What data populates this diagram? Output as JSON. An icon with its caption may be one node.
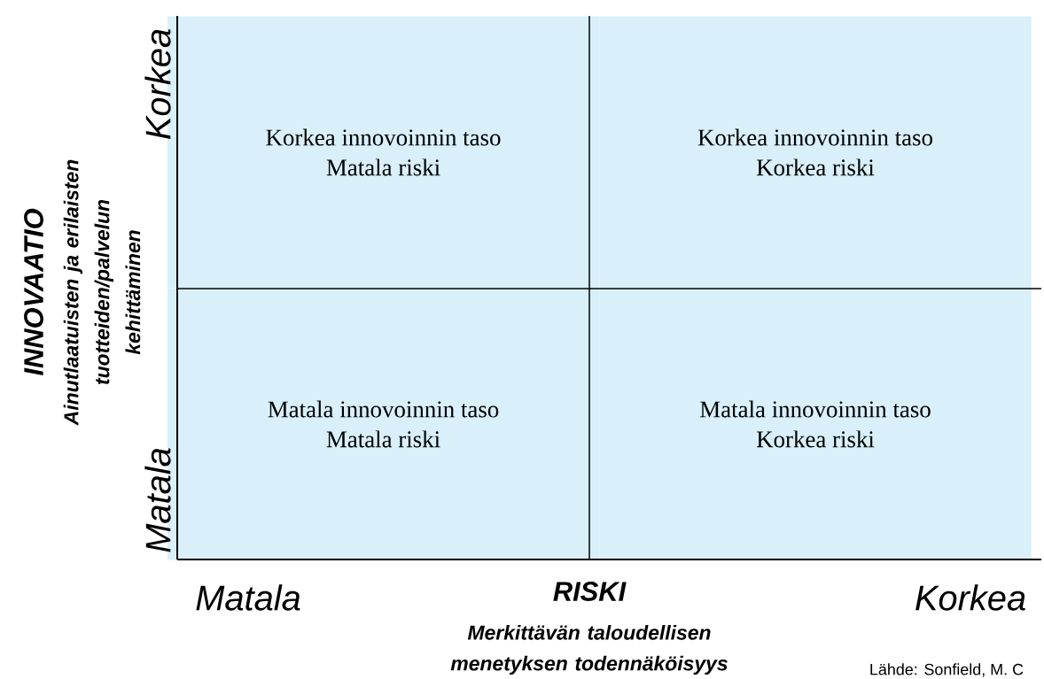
{
  "diagram": {
    "nodes": [
      {
        "text": [
          "Korkea innovoinnin taso",
          "Matala riski"
        ]
      },
      {
        "text": [
          "Korkea innovoinnin taso",
          "Korkea riski"
        ]
      },
      {
        "text": [
          "Matala innovoinnin taso",
          "Matala riski"
        ]
      },
      {
        "text": [
          "Matala innovoinnin taso",
          "Korkea riski"
        ]
      }
    ],
    "labels": [
      "Korkea",
      "INNOVAATIO",
      "Ainutlaatuisten ja erilaisten tuotteiden/palvelun kehittäminen",
      "Matala",
      "Matala",
      "RISKI",
      "Merkittävän taloudellisen menetyksen todennäköisyys",
      "Korkea",
      "Lähde: Sonfield, M. C"
    ]
  }
}
